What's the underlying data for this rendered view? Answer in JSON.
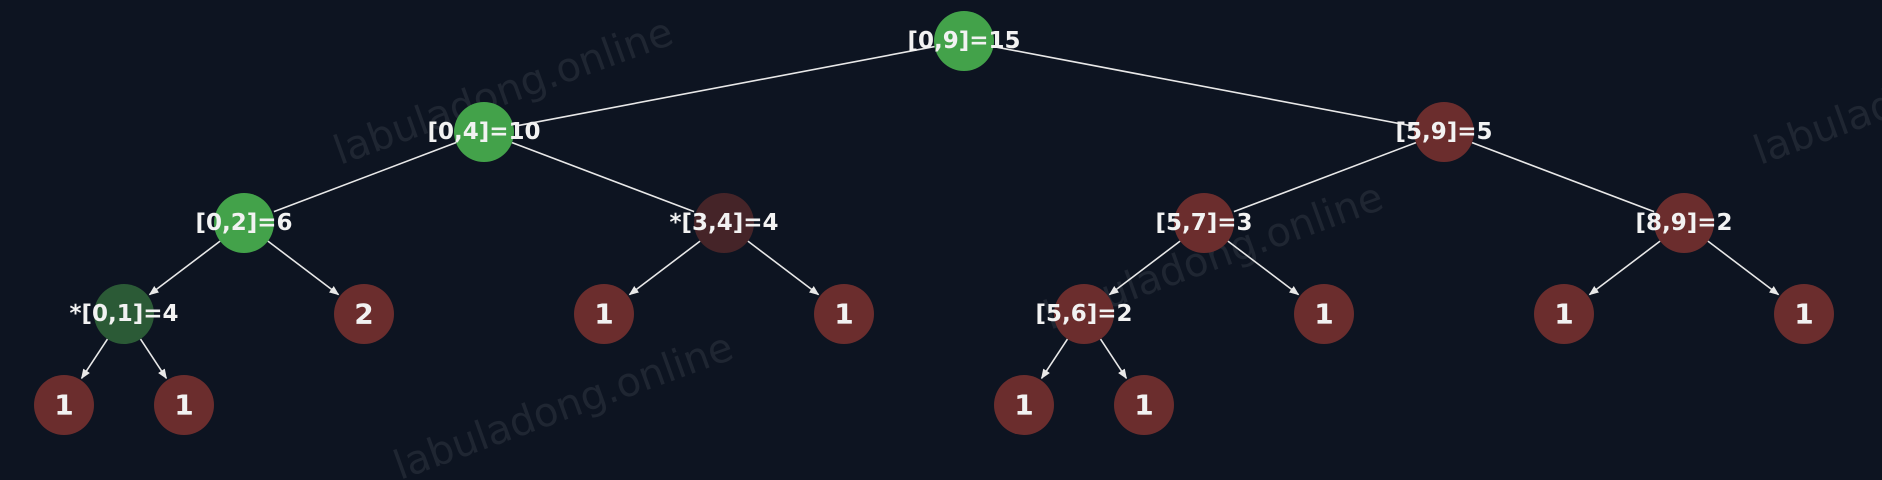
{
  "colors": {
    "background": "#0d1421",
    "green": "#43a24a",
    "dark_green": "#2b5a36",
    "red": "#6b2d2d",
    "dark_red": "#452428",
    "edge": "#e8e8e8"
  },
  "watermark": "labuladong.online",
  "tree": {
    "nodes": [
      {
        "id": "n0",
        "label": "[0,9]=15",
        "color": "green",
        "col": 16,
        "row": 0
      },
      {
        "id": "n1",
        "label": "[0,4]=10",
        "color": "green",
        "col": 8,
        "row": 1
      },
      {
        "id": "n2",
        "label": "[5,9]=5",
        "color": "red",
        "col": 24,
        "row": 1
      },
      {
        "id": "n3",
        "label": "[0,2]=6",
        "color": "green",
        "col": 4,
        "row": 2
      },
      {
        "id": "n4",
        "label": "*[3,4]=4",
        "color": "dark_red",
        "col": 12,
        "row": 2
      },
      {
        "id": "n5",
        "label": "[5,7]=3",
        "color": "red",
        "col": 20,
        "row": 2
      },
      {
        "id": "n6",
        "label": "[8,9]=2",
        "color": "red",
        "col": 28,
        "row": 2
      },
      {
        "id": "n7",
        "label": "*[0,1]=4",
        "color": "dark_green",
        "col": 2,
        "row": 3
      },
      {
        "id": "n8",
        "label": "2",
        "color": "red",
        "col": 6,
        "row": 3
      },
      {
        "id": "n9",
        "label": "1",
        "color": "red",
        "col": 10,
        "row": 3
      },
      {
        "id": "n10",
        "label": "1",
        "color": "red",
        "col": 14,
        "row": 3
      },
      {
        "id": "n11",
        "label": "[5,6]=2",
        "color": "red",
        "col": 18,
        "row": 3
      },
      {
        "id": "n12",
        "label": "1",
        "color": "red",
        "col": 22,
        "row": 3
      },
      {
        "id": "n13",
        "label": "1",
        "color": "red",
        "col": 26,
        "row": 3
      },
      {
        "id": "n14",
        "label": "1",
        "color": "red",
        "col": 30,
        "row": 3
      },
      {
        "id": "n15",
        "label": "1",
        "color": "red",
        "col": 1,
        "row": 4
      },
      {
        "id": "n16",
        "label": "1",
        "color": "red",
        "col": 3,
        "row": 4
      },
      {
        "id": "n17",
        "label": "1",
        "color": "red",
        "col": 17,
        "row": 4
      },
      {
        "id": "n18",
        "label": "1",
        "color": "red",
        "col": 19,
        "row": 4
      }
    ],
    "edges": [
      {
        "from": "n0",
        "to": "n1",
        "arrow": false
      },
      {
        "from": "n0",
        "to": "n2",
        "arrow": false
      },
      {
        "from": "n1",
        "to": "n3",
        "arrow": false
      },
      {
        "from": "n1",
        "to": "n4",
        "arrow": false
      },
      {
        "from": "n2",
        "to": "n5",
        "arrow": false
      },
      {
        "from": "n2",
        "to": "n6",
        "arrow": false
      },
      {
        "from": "n3",
        "to": "n7",
        "arrow": true
      },
      {
        "from": "n3",
        "to": "n8",
        "arrow": true
      },
      {
        "from": "n4",
        "to": "n9",
        "arrow": true
      },
      {
        "from": "n4",
        "to": "n10",
        "arrow": true
      },
      {
        "from": "n5",
        "to": "n11",
        "arrow": true
      },
      {
        "from": "n5",
        "to": "n12",
        "arrow": true
      },
      {
        "from": "n6",
        "to": "n13",
        "arrow": true
      },
      {
        "from": "n6",
        "to": "n14",
        "arrow": true
      },
      {
        "from": "n7",
        "to": "n15",
        "arrow": true
      },
      {
        "from": "n7",
        "to": "n16",
        "arrow": true
      },
      {
        "from": "n11",
        "to": "n17",
        "arrow": true
      },
      {
        "from": "n11",
        "to": "n18",
        "arrow": true
      }
    ]
  }
}
